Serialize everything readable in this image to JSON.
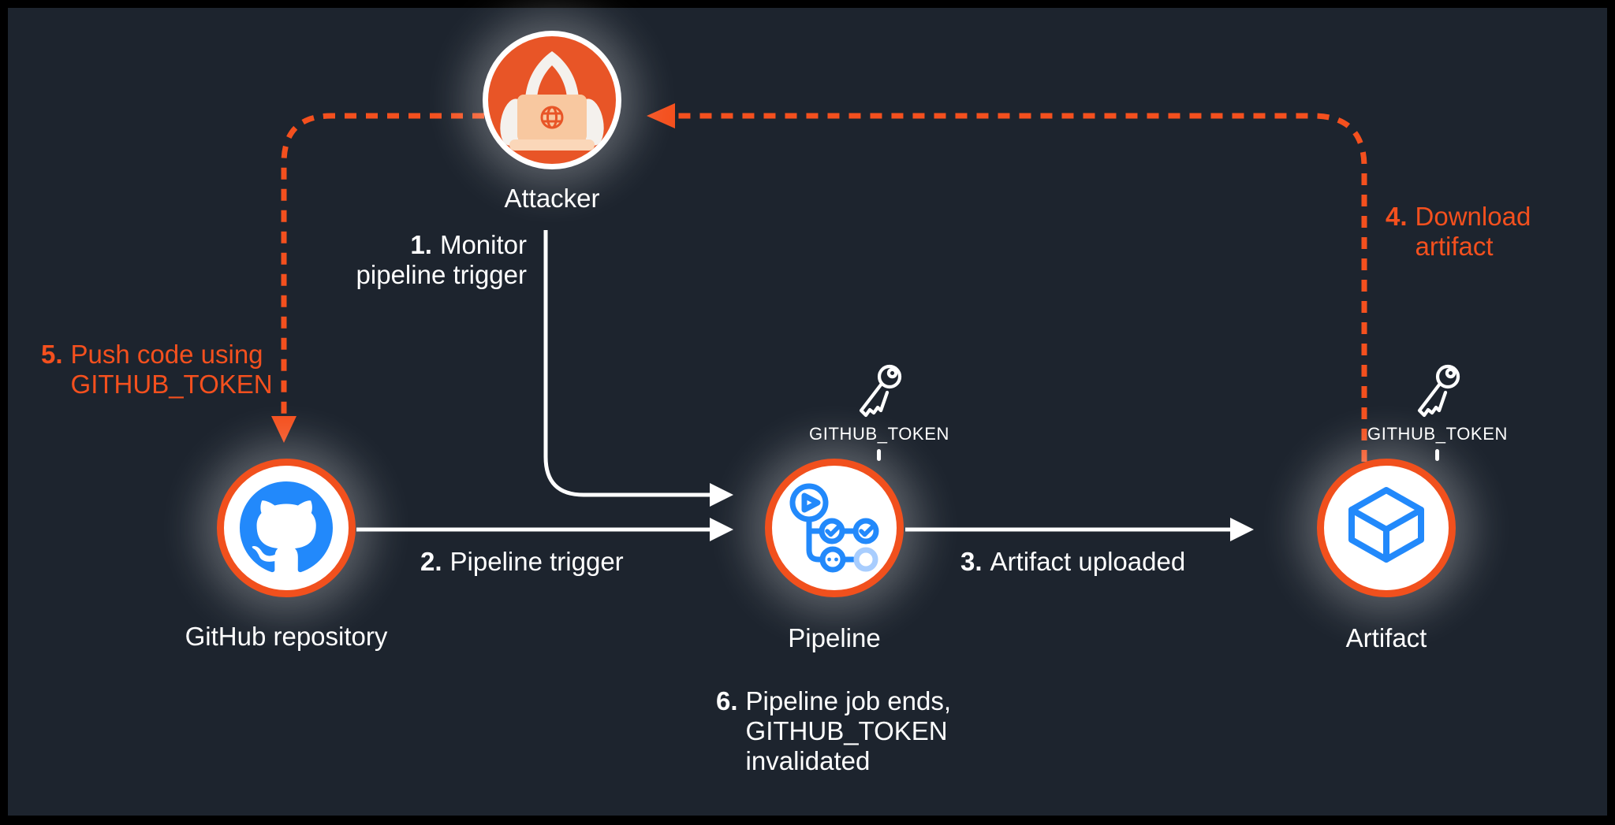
{
  "colors": {
    "background": "#1D242E",
    "accent_orange": "#F4501E",
    "node_ring_orange": "#F1501D",
    "icon_blue": "#2289FB",
    "white": "#FFFFFF"
  },
  "nodes": {
    "attacker": {
      "label": "Attacker"
    },
    "github": {
      "label": "GitHub repository"
    },
    "pipeline": {
      "label": "Pipeline",
      "token_label": "GITHUB_TOKEN"
    },
    "artifact": {
      "label": "Artifact",
      "token_label": "GITHUB_TOKEN"
    }
  },
  "icons": {
    "attacker": "hooded-hacker-with-laptop",
    "github": "octocat-mark",
    "pipeline": "workflow-graph",
    "artifact": "cube",
    "token": "key"
  },
  "steps": [
    {
      "num": "1.",
      "lines": [
        "Monitor",
        "pipeline trigger"
      ],
      "color": "white"
    },
    {
      "num": "2.",
      "lines": [
        "Pipeline trigger"
      ],
      "color": "white"
    },
    {
      "num": "3.",
      "lines": [
        "Artifact uploaded"
      ],
      "color": "white"
    },
    {
      "num": "4.",
      "lines": [
        "Download",
        "artifact"
      ],
      "color": "orange"
    },
    {
      "num": "5.",
      "lines": [
        "Push code using",
        "GITHUB_TOKEN"
      ],
      "color": "orange"
    },
    {
      "num": "6.",
      "lines": [
        "Pipeline job ends,",
        "GITHUB_TOKEN",
        "invalidated"
      ],
      "color": "white"
    }
  ]
}
